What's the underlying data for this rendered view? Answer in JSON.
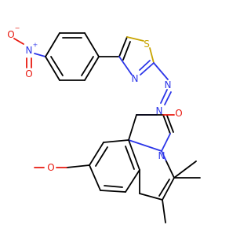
{
  "diagram": {
    "type": "chemical-structure",
    "atom_labels": {
      "nitro_o_minus": "O",
      "nitro_minus_sign": "−",
      "nitro_n_plus": "N",
      "nitro_plus_sign": "+",
      "nitro_o_double": "O",
      "thiazole_s": "S",
      "thiazole_n": "N",
      "azo_n1": "N",
      "azo_n2": "N",
      "hydroxyl_o": "O",
      "ring_n": "N",
      "methoxy_o": "O"
    },
    "colors": {
      "carbon": "#000000",
      "nitrogen": "#2b35e8",
      "oxygen": "#e8190f",
      "sulfur": "#c8a400"
    }
  }
}
